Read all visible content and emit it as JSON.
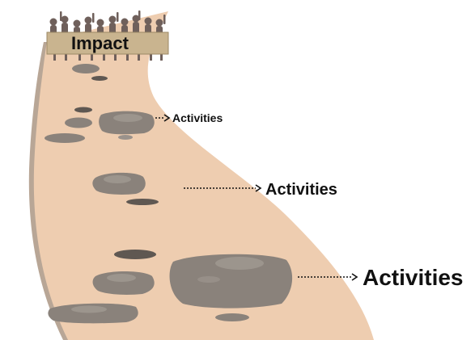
{
  "banner": {
    "text": "Impact"
  },
  "labels": [
    {
      "id": "activities-small",
      "text": "Activities"
    },
    {
      "id": "activities-medium",
      "text": "Activities"
    },
    {
      "id": "activities-large",
      "text": "Activities"
    }
  ],
  "colors": {
    "path": "#eecdb0",
    "path_edge": "#b9a898",
    "stone": "#888079",
    "stone_dark": "#5f5852",
    "stone_light": "#a49c95",
    "banner": "#c9b48f",
    "crowd": "#6f605b",
    "text": "#111111"
  }
}
